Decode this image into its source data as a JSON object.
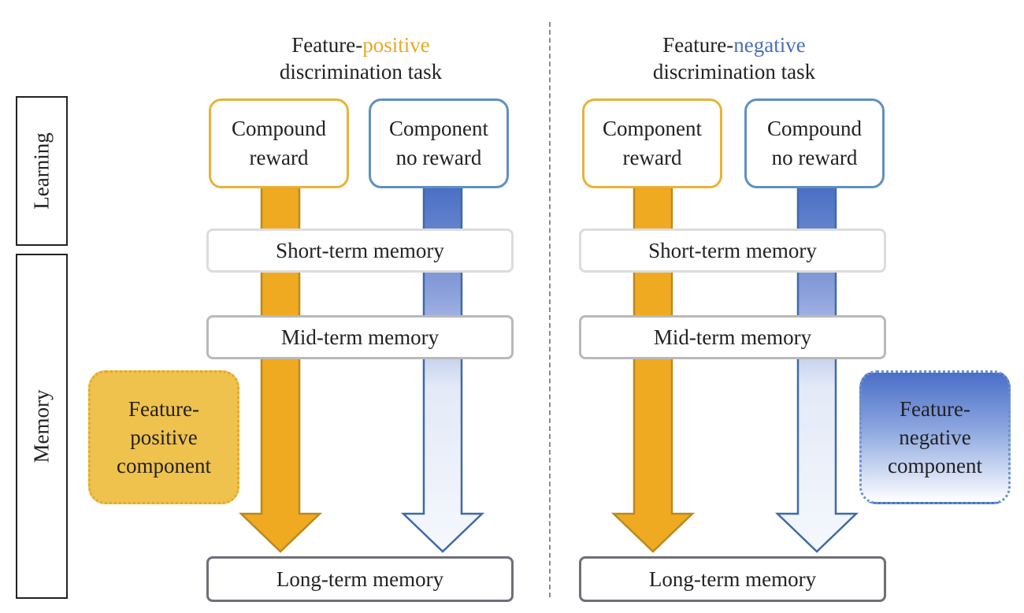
{
  "side_labels": {
    "learning": "Learning",
    "memory": "Memory"
  },
  "left_panel": {
    "title_prefix": "Feature-",
    "title_highlight": "positive",
    "title_line2": "discrimination task",
    "highlight_color": "#e8a928",
    "box_reward": {
      "line1": "Compound",
      "line2": "reward"
    },
    "box_noreward": {
      "line1": "Component",
      "line2": "no reward"
    },
    "short_term": "Short-term memory",
    "mid_term": "Mid-term memory",
    "long_term": "Long-term memory",
    "component": {
      "line1": "Feature-",
      "line2": "positive",
      "line3": "component"
    }
  },
  "right_panel": {
    "title_prefix": "Feature-",
    "title_highlight": "negative",
    "title_line2": "discrimination task",
    "highlight_color": "#4a6fb8",
    "box_reward": {
      "line1": "Component",
      "line2": "reward"
    },
    "box_noreward": {
      "line1": "Compound",
      "line2": "no reward"
    },
    "short_term": "Short-term memory",
    "mid_term": "Mid-term memory",
    "long_term": "Long-term memory",
    "component": {
      "line1": "Feature-",
      "line2": "negative",
      "line3": "component"
    }
  },
  "colors": {
    "orange_fill": "#f0aa22",
    "orange_stroke": "#b88a1e",
    "blue_top": "#4a6fc4",
    "blue_stroke": "#3f6aa8"
  }
}
